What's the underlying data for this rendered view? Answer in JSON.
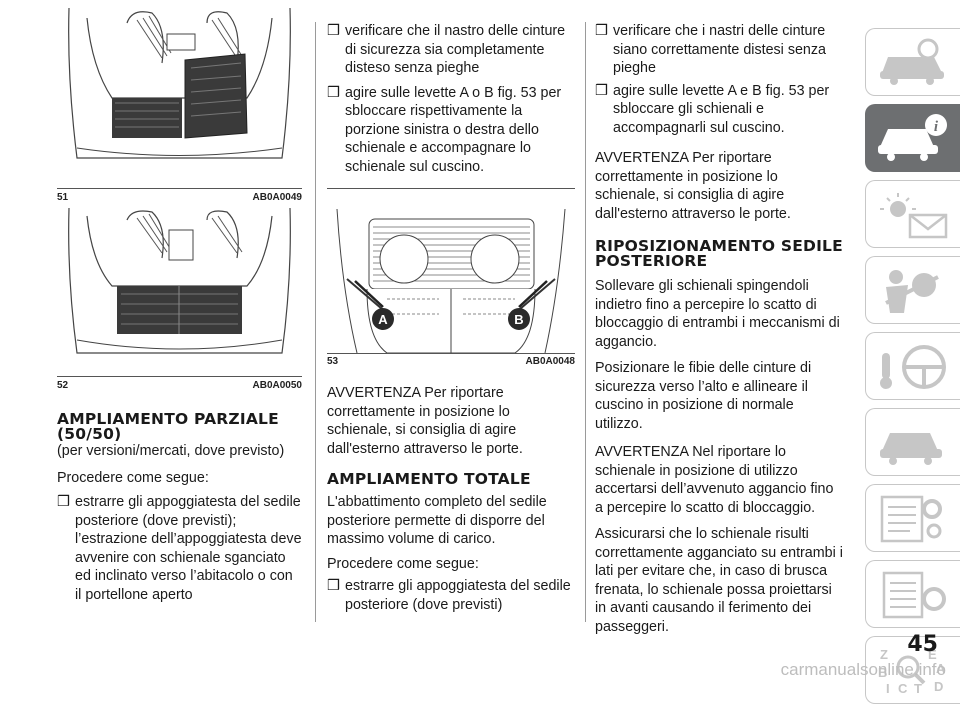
{
  "figures": {
    "fig51": {
      "number": "51",
      "code": "AB0A0049"
    },
    "fig52": {
      "number": "52",
      "code": "AB0A0050"
    },
    "fig53": {
      "number": "53",
      "code": "AB0A0048",
      "label_a": "A",
      "label_b": "B"
    }
  },
  "col1": {
    "heading": "AMPLIAMENTO PARZIALE (50/50)",
    "subheading": "(per versioni/mercati, dove previsto)",
    "intro": "Procedere come segue:",
    "bullet1": "estrarre gli appoggiatesta del sedile posteriore (dove previsti); l’estrazione dell’appoggiatesta deve avvenire con schienale sganciato ed inclinato verso l’abitacolo o con il portellone aperto"
  },
  "col2": {
    "bullet2": "verificare che il nastro delle cinture di sicurezza sia completamente disteso senza pieghe",
    "bullet3": "agire sulle levette A o B fig. 53 per sbloccare rispettivamente la porzione sinistra o destra dello schienale e accompagnare lo schienale sul cuscino.",
    "warning": "AVVERTENZA Per riportare correttamente in posizione lo schienale, si consiglia di agire dall'esterno attraverso le porte.",
    "heading": "AMPLIAMENTO TOTALE",
    "para": "L'abbattimento completo del sedile posteriore permette di disporre del massimo volume di carico.",
    "intro": "Procedere come segue:",
    "bullet1": "estrarre gli appoggiatesta del sedile posteriore (dove previsti)"
  },
  "col3": {
    "bullet1": "verificare che i nastri delle cinture siano correttamente distesi senza pieghe",
    "bullet2": "agire sulle levette A e B fig. 53 per sbloccare gli schienali e accompagnarli sul cuscino.",
    "warning1": "AVVERTENZA Per riportare correttamente in posizione lo schienale, si consiglia di agire dall'esterno attraverso le porte.",
    "heading": "RIPOSIZIONAMENTO SEDILE POSTERIORE",
    "para1": "Sollevare gli schienali spingendoli indietro fino a percepire lo scatto di bloccaggio di entrambi i meccanismi di aggancio.",
    "para2": "Posizionare le fibie delle cinture di sicurezza verso l’alto e allineare il cuscino in posizione di normale utilizzo.",
    "warning2": "AVVERTENZA Nel riportare lo schienale in posizione di utilizzo accertarsi dell’avvenuto aggancio fino a percepire lo scatto di bloccaggio.",
    "para3": "Assicurarsi che lo schienale risulti correttamente agganciato su entrambi i lati per evitare che, in caso di brusca frenata, lo schienale possa proiettarsi in avanti causando il ferimento dei passeggeri."
  },
  "bullet_glyph": "❒",
  "page_number": "45",
  "watermark": "carmanualsonline.info",
  "sidebar": {
    "tabs": [
      {
        "icon": "car-dashboard-icon",
        "active": false
      },
      {
        "icon": "car-info-icon",
        "active": true
      },
      {
        "icon": "warning-lights-message-icon",
        "active": false
      },
      {
        "icon": "airbag-safety-icon",
        "active": false
      },
      {
        "icon": "steering-starting-icon",
        "active": false
      },
      {
        "icon": "car-emergency-icon",
        "active": false
      },
      {
        "icon": "maintenance-settings-icon",
        "active": false
      },
      {
        "icon": "technical-data-icon",
        "active": false
      },
      {
        "icon": "index-search-icon",
        "active": false
      }
    ],
    "active_color": "#6d6f71",
    "icon_color": "#c6c6c6"
  }
}
